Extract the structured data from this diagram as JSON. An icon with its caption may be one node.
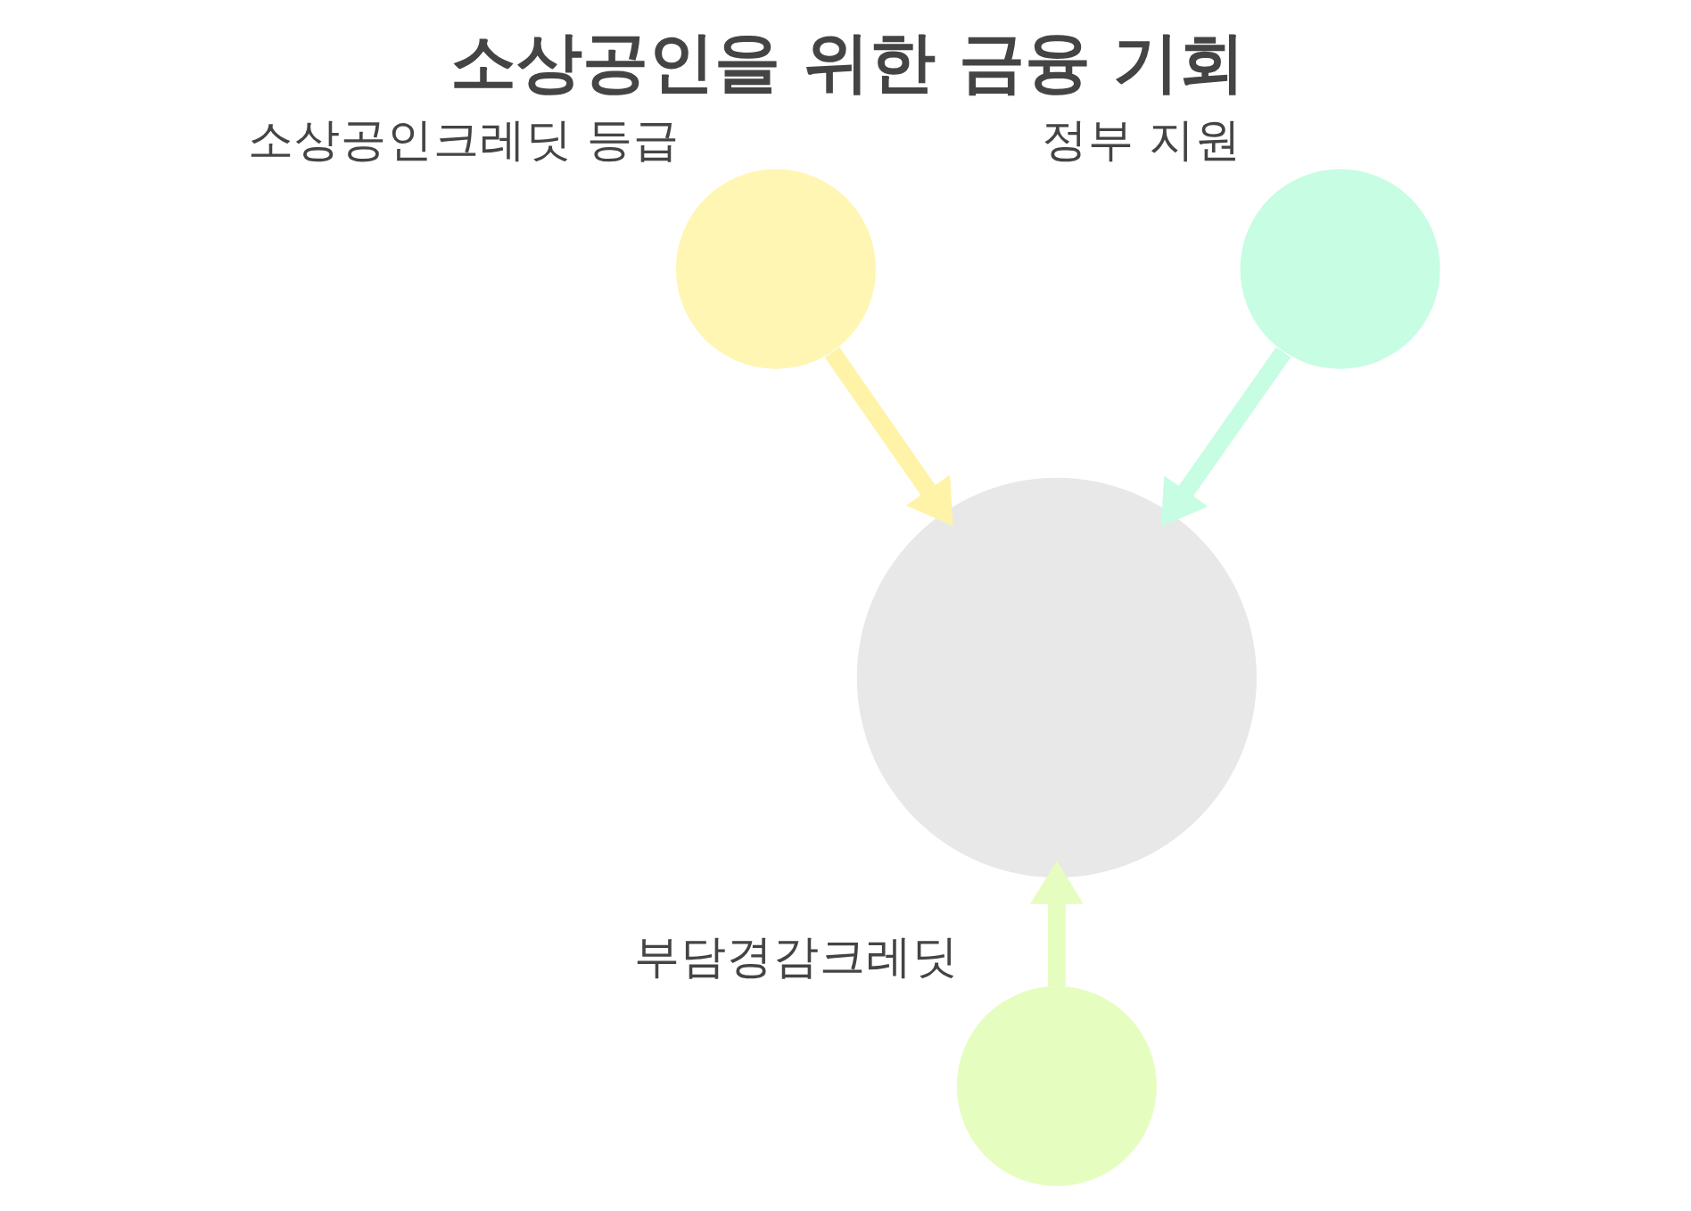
{
  "diagram": {
    "title": "소상공인을 위한 금융 기회",
    "nodes": [
      {
        "text": [],
        "shape": "circle",
        "beside": [
          "소상공인크레딧 등급"
        ]
      },
      {
        "text": [],
        "shape": "circle",
        "beside": [
          "정부 지원"
        ]
      },
      {
        "text": [],
        "shape": "circle"
      },
      {
        "text": [],
        "shape": "circle",
        "beside": [
          "부담경감크레딧"
        ]
      }
    ],
    "edges": [
      {
        "from": 0,
        "to": 2,
        "arrow": "to",
        "color": "#fff3a8"
      },
      {
        "from": 1,
        "to": 2,
        "arrow": "to",
        "color": "#c6fde3"
      },
      {
        "from": 3,
        "to": 2,
        "arrow": "to",
        "color": "#e6fdc0"
      }
    ]
  }
}
